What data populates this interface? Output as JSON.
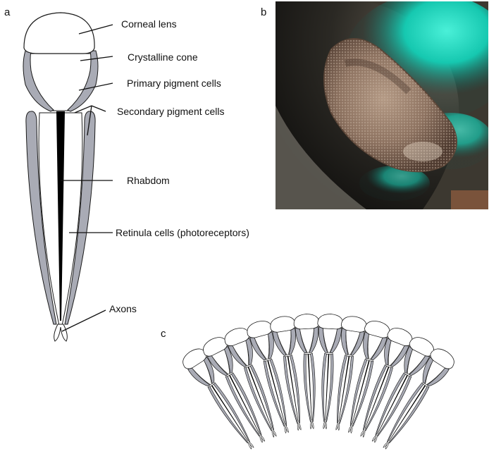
{
  "panels": {
    "a": {
      "letter": "a"
    },
    "b": {
      "letter": "b"
    },
    "c": {
      "letter": "c"
    }
  },
  "labels": {
    "corneal_lens": "Corneal lens",
    "crystalline_cone": "Crystalline cone",
    "primary_pigment": "Primary pigment cells",
    "secondary_pigment": "Secondary pigment cells",
    "rhabdom": "Rhabdom",
    "retinula": "Retinula cells (photoreceptors)",
    "axons": "Axons"
  },
  "colors": {
    "pigment": "#a9abb5",
    "outline": "#1a1a1a",
    "rhabdom": "#000000",
    "eye_photo_base": "#7a5f4c",
    "iridescent": "#16c8b0"
  },
  "array": {
    "ommatidia_count": 12,
    "arc_span_degrees": 66
  }
}
